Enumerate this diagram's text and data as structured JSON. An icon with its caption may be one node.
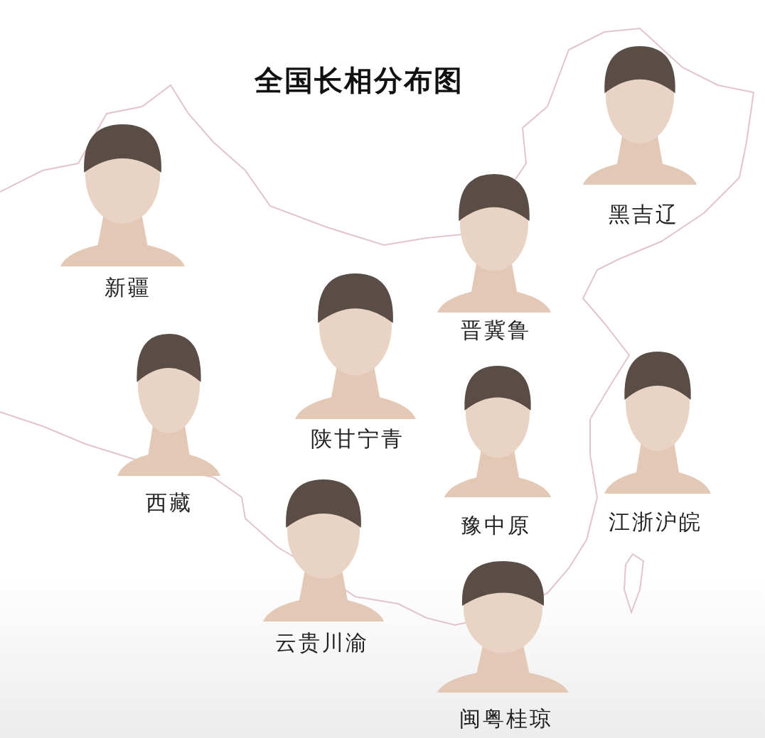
{
  "diagram": {
    "title": "全国长相分布图",
    "labels": [
      "黑吉辽",
      "新疆",
      "晋冀鲁",
      "陕甘宁青",
      "西藏",
      "豫中原",
      "江浙沪皖",
      "云贵川渝",
      "闽粤桂琼"
    ]
  }
}
